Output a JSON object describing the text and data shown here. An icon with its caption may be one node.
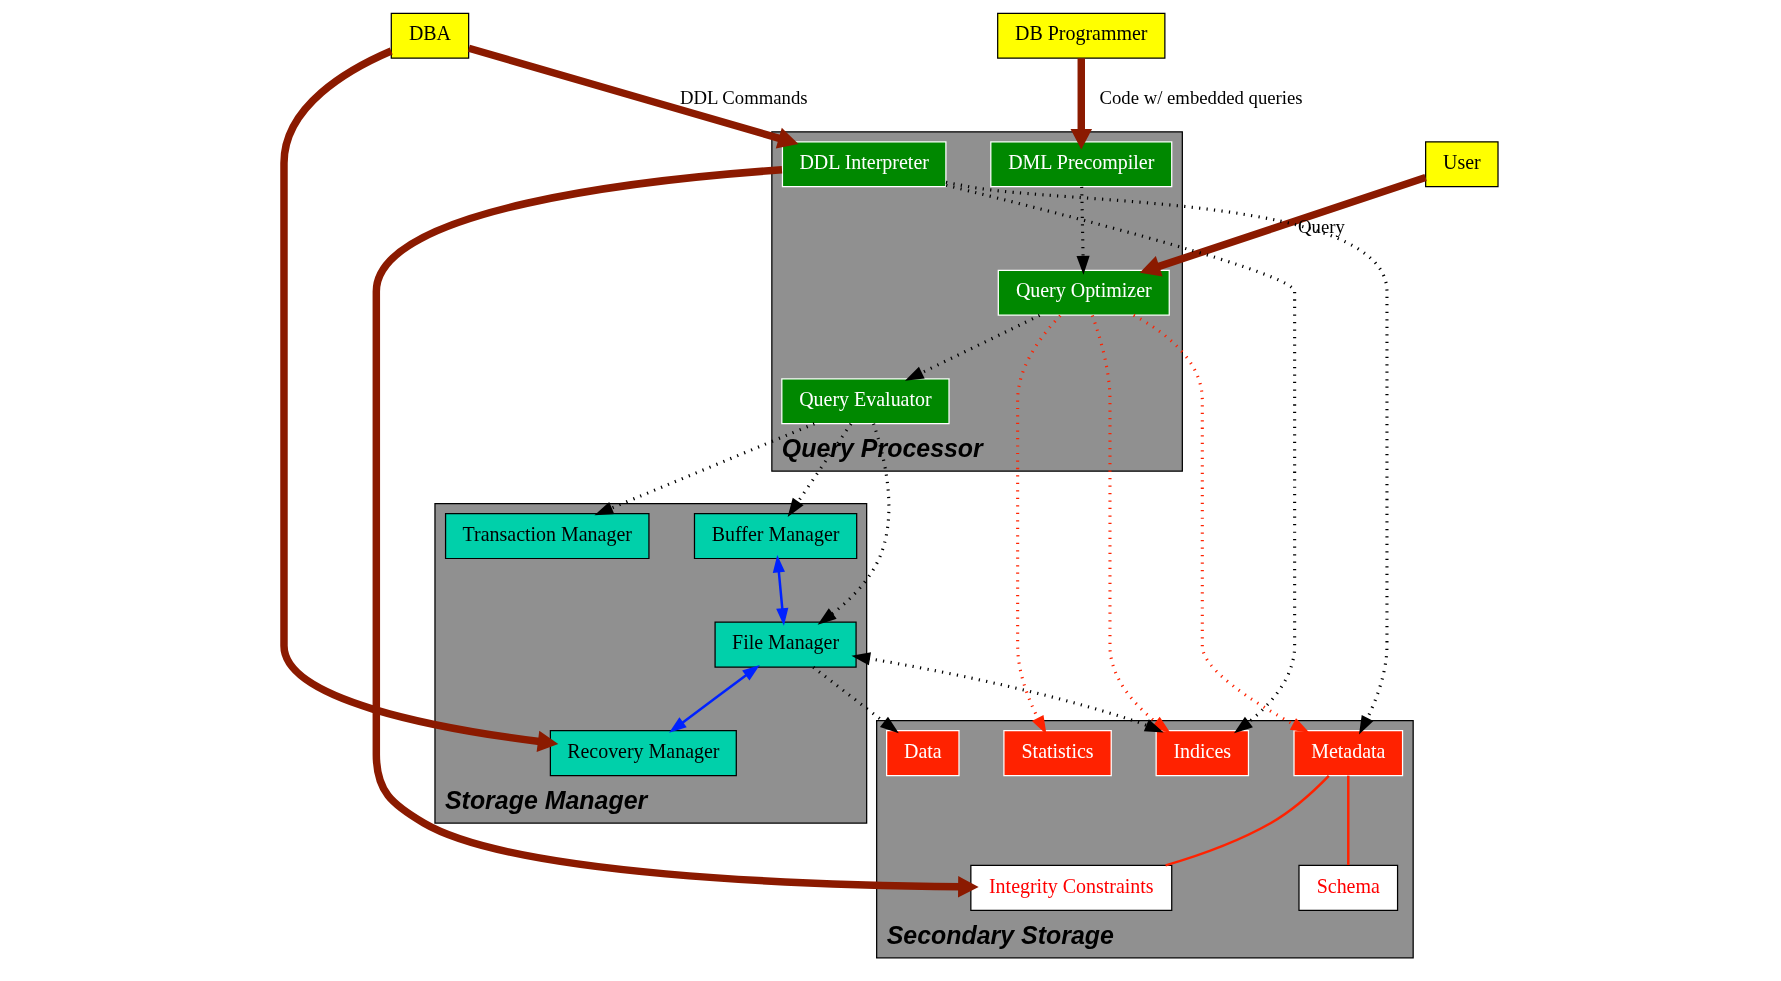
{
  "diagram": {
    "nodes": [
      {
        "text": [
          "DB Programmer"
        ]
      },
      {
        "text": [
          "User"
        ]
      },
      {
        "text": [
          "DBA"
        ]
      },
      {
        "text": [
          "Query Processor"
        ]
      },
      {
        "text": [
          "DML Precompiler"
        ],
        "in": 3
      },
      {
        "text": [
          "Query Optimizer"
        ],
        "in": 3
      },
      {
        "text": [
          "Query Evaluator"
        ],
        "in": 3
      },
      {
        "text": [
          "DDL Interpreter"
        ],
        "in": 3
      },
      {
        "text": [
          "Storage Manager"
        ]
      },
      {
        "text": [
          "Transaction Manager"
        ],
        "in": 8
      },
      {
        "text": [
          "File Manager"
        ],
        "in": 8
      },
      {
        "text": [
          "Buffer Manager"
        ],
        "in": 8
      },
      {
        "text": [
          "Recovery Manager"
        ],
        "in": 8
      },
      {
        "text": [
          "Secondary Storage"
        ]
      },
      {
        "text": [
          "Indices"
        ],
        "in": 13
      },
      {
        "text": [
          "Data"
        ],
        "in": 13
      },
      {
        "text": [
          "Metadata"
        ],
        "in": 13
      },
      {
        "text": [
          "Statistics"
        ],
        "in": 13
      },
      {
        "text": [
          "Integrity Constraints"
        ],
        "in": 13
      },
      {
        "text": [
          "Schema"
        ],
        "in": 13
      }
    ],
    "edges": [
      {
        "from": 0,
        "to": 4,
        "arrow": "to",
        "label": "Code w/ embedded queries",
        "style": "thick",
        "color": "#8b1a00"
      },
      {
        "from": 1,
        "to": 5,
        "arrow": "to",
        "label": "Query",
        "style": "thick",
        "color": "#8b1a00"
      },
      {
        "from": 2,
        "to": 7,
        "arrow": "to",
        "label": "DDL Commands",
        "style": "thick",
        "color": "#8b1a00"
      },
      {
        "from": 2,
        "to": 12,
        "arrow": "to",
        "style": "thick",
        "color": "#8b1a00"
      },
      {
        "from": 7,
        "to": 18,
        "arrow": "to",
        "style": "thick",
        "color": "#8b1a00"
      },
      {
        "from": 4,
        "to": 5,
        "arrow": "to",
        "style": "dashed"
      },
      {
        "from": 5,
        "to": 6,
        "arrow": "to",
        "style": "dashed"
      },
      {
        "from": 5,
        "to": 17,
        "arrow": "to",
        "style": "dashed",
        "color": "#ff2200"
      },
      {
        "from": 5,
        "to": 14,
        "arrow": "to",
        "style": "dashed",
        "color": "#ff2200"
      },
      {
        "from": 5,
        "to": 16,
        "arrow": "to",
        "style": "dashed",
        "color": "#ff2200"
      },
      {
        "from": 6,
        "to": 9,
        "arrow": "to",
        "style": "dashed"
      },
      {
        "from": 6,
        "to": 11,
        "arrow": "to",
        "style": "dashed"
      },
      {
        "from": 6,
        "to": 10,
        "arrow": "to",
        "style": "dashed"
      },
      {
        "from": 11,
        "to": 10,
        "arrow": "both",
        "color": "#0022ff"
      },
      {
        "from": 10,
        "to": 12,
        "arrow": "both",
        "color": "#0022ff"
      },
      {
        "from": 10,
        "to": 14,
        "arrow": "both",
        "style": "dashed"
      },
      {
        "from": 10,
        "to": 15,
        "arrow": "to",
        "style": "dashed"
      },
      {
        "from": 7,
        "to": 16,
        "arrow": "to",
        "style": "dashed"
      },
      {
        "from": 7,
        "to": 14,
        "arrow": "to",
        "style": "dashed"
      },
      {
        "from": 16,
        "to": 19,
        "arrow": "none",
        "color": "#ff2200"
      },
      {
        "from": 16,
        "to": 18,
        "arrow": "none",
        "color": "#ff2200"
      }
    ]
  }
}
